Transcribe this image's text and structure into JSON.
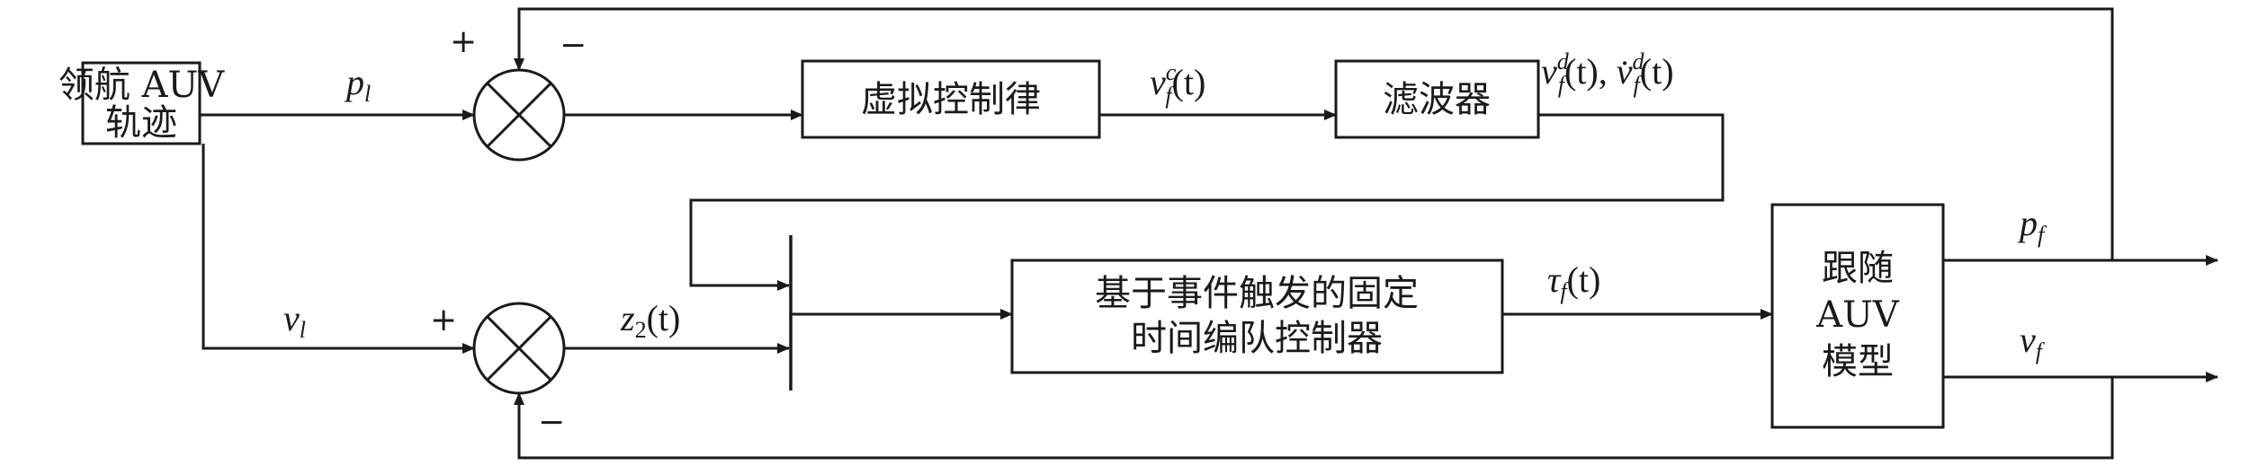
{
  "blocks": {
    "leader": [
      "领航 AUV",
      "轨迹"
    ],
    "virtual": "虚拟控制律",
    "filter": "滤波器",
    "controller": [
      "基于事件触发的固定",
      "时间编队控制器"
    ],
    "follower": [
      "跟随",
      "AUV",
      "模型"
    ]
  },
  "labels": {
    "p_l": {
      "base": "p",
      "sub": "l"
    },
    "v_l": {
      "base": "v",
      "sub": "l"
    },
    "vfc": {
      "base": "v",
      "sup": "c",
      "sub": "f",
      "arg": "(t)"
    },
    "vfd": {
      "base1": "v",
      "sup1": "d",
      "sub1": "f",
      "arg1": "(t),",
      "base2": "v̇",
      "sup2": "d",
      "sub2": "f",
      "arg2": "(t)"
    },
    "z2": {
      "base": "z",
      "sub": "2",
      "arg": "(t)"
    },
    "tau": {
      "base": "τ",
      "sub": "f",
      "arg": "(t)"
    },
    "p_f": {
      "base": "p",
      "sub": "f"
    },
    "v_f": {
      "base": "v",
      "sub": "f"
    }
  },
  "signs": {
    "top_plus": "+",
    "top_minus": "−",
    "bottom_plus": "+",
    "bottom_minus": "−"
  }
}
